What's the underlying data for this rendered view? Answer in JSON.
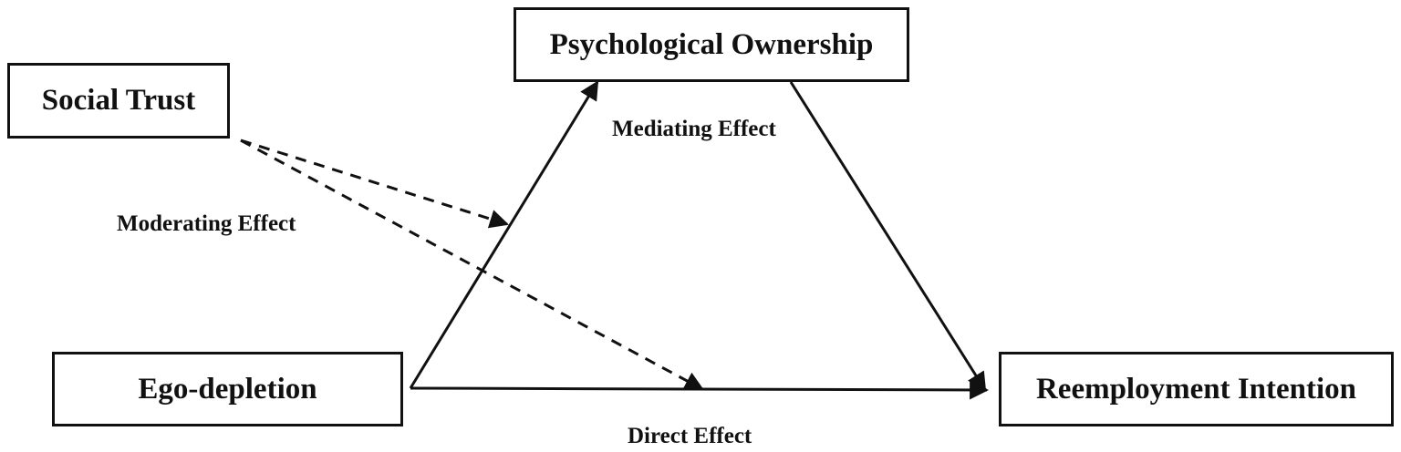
{
  "nodes": {
    "social_trust": "Social Trust",
    "psychological_ownership": "Psychological Ownership",
    "ego_depletion": "Ego-depletion",
    "reemployment_intention": "Reemployment Intention"
  },
  "edge_labels": {
    "mediating": "Mediating Effect",
    "moderating": "Moderating Effect",
    "direct": "Direct Effect"
  },
  "edges": [
    {
      "from": "ego_depletion",
      "to": "psychological_ownership",
      "style": "solid"
    },
    {
      "from": "psychological_ownership",
      "to": "reemployment_intention",
      "style": "solid"
    },
    {
      "from": "ego_depletion",
      "to": "reemployment_intention",
      "style": "solid"
    },
    {
      "from": "social_trust",
      "to": "ego_depletion→psychological_ownership path",
      "style": "dashed"
    },
    {
      "from": "social_trust",
      "to": "ego_depletion→reemployment_intention path",
      "style": "dashed"
    }
  ],
  "colors": {
    "line": "#111111",
    "background": "#ffffff"
  }
}
